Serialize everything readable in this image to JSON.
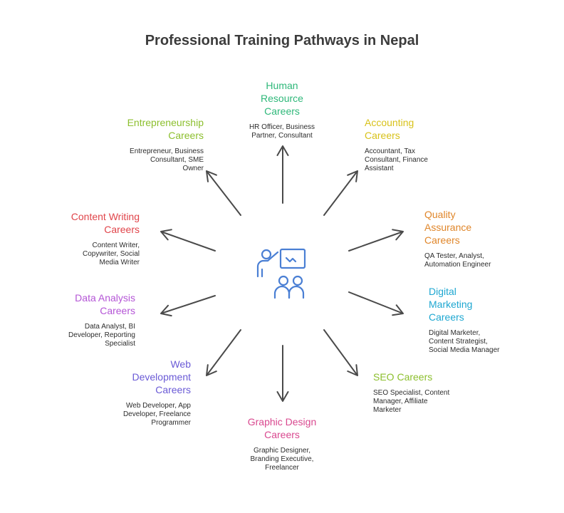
{
  "title": "Professional Training Pathways in Nepal",
  "hub_icon": "presenter-training-icon",
  "colors": {
    "arrow": "#4a4a4a",
    "hub": "#4a7fd4",
    "title": "#3c3c3c"
  },
  "careers": [
    {
      "heading": "Human Resource Careers",
      "lines": [
        "Human",
        "Resource",
        "Careers"
      ],
      "desc_lines": [
        "HR Officer, Business",
        "Partner, Consultant"
      ],
      "color": "#2fb87a"
    },
    {
      "heading": "Accounting Careers",
      "lines": [
        "Accounting",
        "Careers"
      ],
      "desc_lines": [
        "Accountant, Tax",
        "Consultant, Finance",
        "Assistant"
      ],
      "color": "#d8c21a"
    },
    {
      "heading": "Quality Assurance Careers",
      "lines": [
        "Quality",
        "Assurance",
        "Careers"
      ],
      "desc_lines": [
        "QA Tester, Analyst,",
        "Automation Engineer"
      ],
      "color": "#e0862a"
    },
    {
      "heading": "Digital Marketing Careers",
      "lines": [
        "Digital",
        "Marketing",
        "Careers"
      ],
      "desc_lines": [
        "Digital Marketer,",
        "Content Strategist,",
        "Social Media Manager"
      ],
      "color": "#1ea7d1"
    },
    {
      "heading": "SEO Careers",
      "lines": [
        "SEO Careers"
      ],
      "desc_lines": [
        "SEO Specialist, Content",
        "Manager, Affiliate",
        "Marketer"
      ],
      "color": "#8cbf2e"
    },
    {
      "heading": "Graphic Design Careers",
      "lines": [
        "Graphic Design",
        "Careers"
      ],
      "desc_lines": [
        "Graphic Designer,",
        "Branding Executive,",
        "Freelancer"
      ],
      "color": "#d9488f"
    },
    {
      "heading": "Web Development Careers",
      "lines": [
        "Web",
        "Development",
        "Careers"
      ],
      "desc_lines": [
        "Web Developer, App",
        "Developer, Freelance",
        "Programmer"
      ],
      "color": "#6a5ad6"
    },
    {
      "heading": "Data Analysis Careers",
      "lines": [
        "Data Analysis",
        "Careers"
      ],
      "desc_lines": [
        "Data Analyst, BI",
        "Developer, Reporting",
        "Specialist"
      ],
      "color": "#b455d6"
    },
    {
      "heading": "Content Writing Careers",
      "lines": [
        "Content Writing",
        "Careers"
      ],
      "desc_lines": [
        "Content Writer,",
        "Copywriter, Social",
        "Media Writer"
      ],
      "color": "#e0444a"
    },
    {
      "heading": "Entrepreneurship Careers",
      "lines": [
        "Entrepreneurship",
        "Careers"
      ],
      "desc_lines": [
        "Entrepreneur, Business",
        "Consultant, SME",
        "Owner"
      ],
      "color": "#8cbf2e"
    }
  ]
}
